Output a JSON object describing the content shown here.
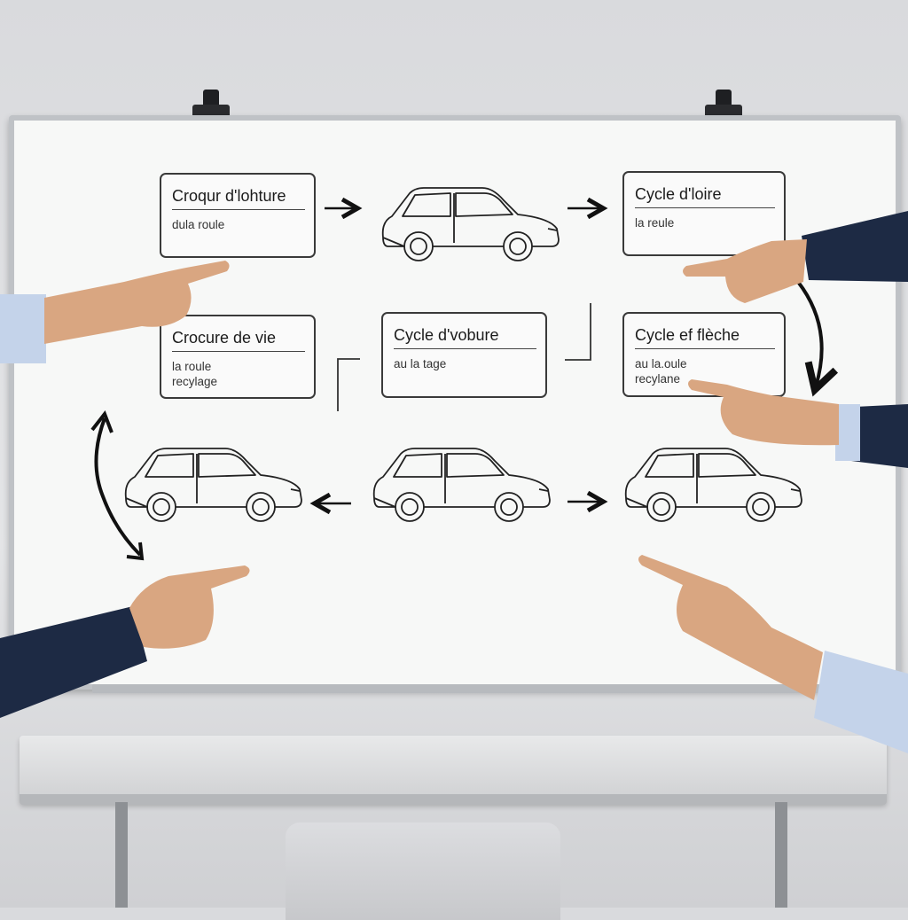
{
  "nodes": [
    {
      "title": "Croqur d'lohture",
      "lines": [
        "dula roule"
      ]
    },
    {
      "title": "Cycle d'loire",
      "lines": [
        "la reule"
      ]
    },
    {
      "title": "Crocure de vie",
      "lines": [
        "la roule",
        "recylage"
      ]
    },
    {
      "title": "Cycle d'vobure",
      "lines": [
        "au la tage"
      ]
    },
    {
      "title": "Cycle ef flèche",
      "lines": [
        "au la.oule",
        "recylane"
      ]
    }
  ],
  "icons": {
    "car": "car-icon",
    "arrow": "arrow-icon",
    "hand": "pointing-hand"
  },
  "colors": {
    "ink": "#1b1b1b",
    "board": "#f7f8f7",
    "navy_sleeve": "#1d2a44",
    "light_sleeve": "#c4d3ea",
    "skin": "#d9a681"
  }
}
